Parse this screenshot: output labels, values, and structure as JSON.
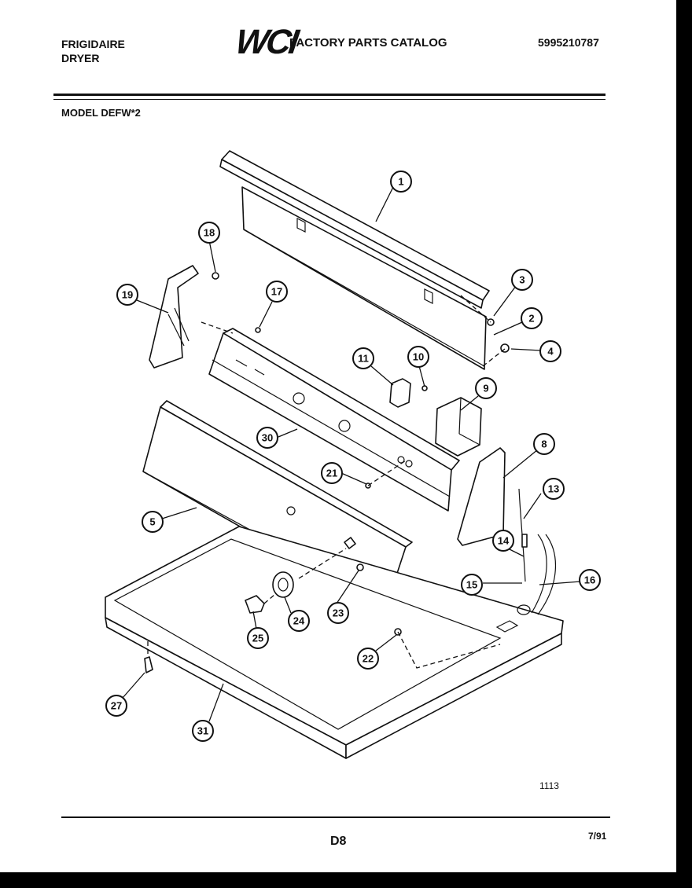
{
  "header": {
    "brand": "FRIGIDAIRE",
    "product": "DRYER",
    "logo_text": "WCI",
    "catalog_title": "FACTORY PARTS CATALOG",
    "part_number": "5995210787",
    "model": "MODEL DEFW*2"
  },
  "diagram": {
    "figure_number": "1113",
    "callouts": [
      "1",
      "2",
      "3",
      "4",
      "5",
      "8",
      "9",
      "10",
      "11",
      "13",
      "14",
      "15",
      "16",
      "17",
      "18",
      "19",
      "21",
      "22",
      "23",
      "24",
      "25",
      "27",
      "30",
      "31"
    ]
  },
  "footer": {
    "page": "D8",
    "date": "7/91"
  }
}
